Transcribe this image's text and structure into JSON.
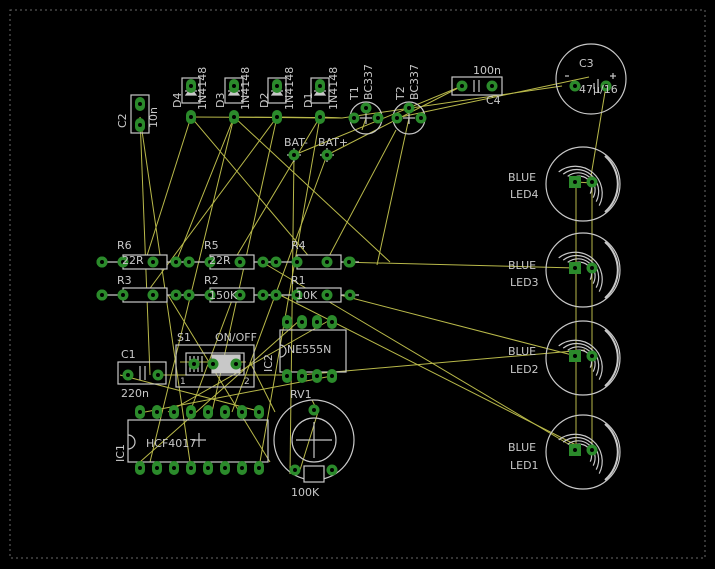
{
  "board": {
    "title": ""
  },
  "colors": {
    "background": "#000000",
    "outline": "#c8c8c8",
    "pad": "#2b8a2b",
    "pad_hole": "#000000",
    "airwire": "#b9b94a",
    "text": "#c8c8c8"
  },
  "components": {
    "diodes": [
      {
        "ref": "D4",
        "value": "1N4148"
      },
      {
        "ref": "D3",
        "value": "1N4148"
      },
      {
        "ref": "D2",
        "value": "1N4148"
      },
      {
        "ref": "D1",
        "value": "1N4148"
      }
    ],
    "c2": {
      "ref": "C2",
      "value": "10n"
    },
    "t1": {
      "ref": "T1",
      "value": "BC337"
    },
    "t2": {
      "ref": "T2",
      "value": "BC337"
    },
    "c4": {
      "ref": "C4",
      "value": "100n"
    },
    "c3": {
      "ref": "C3",
      "value": "47µ/16"
    },
    "bat_minus": "BAT-",
    "bat_plus": "BAT+",
    "leds": [
      {
        "ref": "LED4",
        "value": "BLUE"
      },
      {
        "ref": "LED3",
        "value": "BLUE"
      },
      {
        "ref": "LED2",
        "value": "BLUE"
      },
      {
        "ref": "LED1",
        "value": "BLUE"
      }
    ],
    "r6": {
      "ref": "R6",
      "value": "22R"
    },
    "r5": {
      "ref": "R5",
      "value": "22R"
    },
    "r4": {
      "ref": "R4",
      "value": ""
    },
    "r3": {
      "ref": "R3",
      "value": ""
    },
    "r2": {
      "ref": "R2",
      "value": "150K"
    },
    "r1": {
      "ref": "R1",
      "value": "10K"
    },
    "c1": {
      "ref": "C1",
      "value": "220n"
    },
    "s1": {
      "ref": "S1",
      "value": "ON/OFF",
      "pin1": "1",
      "pin2": "2"
    },
    "ic2": {
      "ref": "IC2",
      "value": "NE555N"
    },
    "ic1": {
      "ref": "IC1",
      "value": "HCF4017"
    },
    "rv1": {
      "ref": "RV1",
      "value": "100K"
    }
  }
}
